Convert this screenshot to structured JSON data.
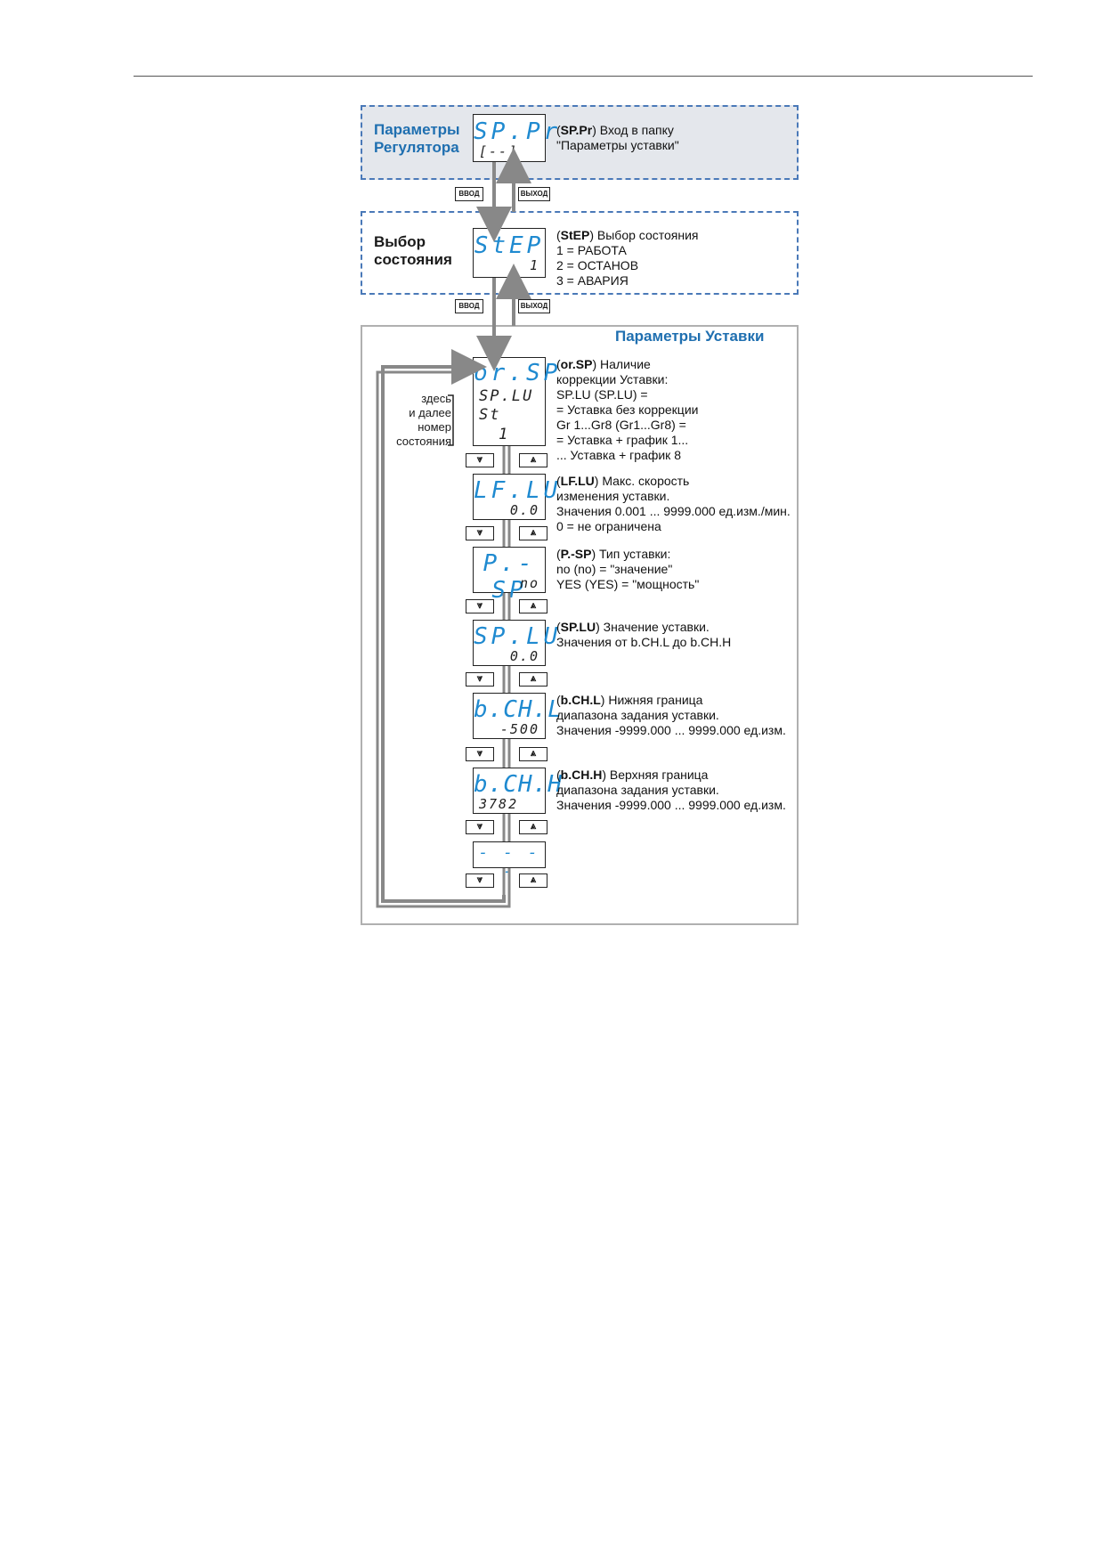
{
  "section1": {
    "label": "Параметры\nРегулятора",
    "display_top": "SP.Pr",
    "display_bottom": "[--]",
    "desc_bold": "SP.Pr",
    "desc_rest": ") Вход в папку\n\"Параметры уставки\""
  },
  "keys": {
    "enter": "ВВОД",
    "exit": "ВЫХОД"
  },
  "section2": {
    "label": "Выбор\nсостояния",
    "display_top": "StEP",
    "display_bottom": "1",
    "desc_bold": "StEP",
    "desc_rest": ") Выбор состояния\n1 = РАБОТА\n2 = ОСТАНОВ\n3 = АВАРИЯ"
  },
  "section3": {
    "title": "Параметры Уставки",
    "side_note": "здесь\nи далее\nномер\nсостояния",
    "items": [
      {
        "top": "or.SP",
        "bottom_lines": [
          "SP.LU",
          "St",
          "1"
        ],
        "desc_bold": "or.SP",
        "desc_rest": ") Наличие\nкоррекции Уставки:\nSP.LU (SP.LU) =\n      = Уставка без коррекции\nGr 1...Gr8 (Gr1...Gr8) =\n      = Уставка + график 1...\n      ... Уставка + график 8"
      },
      {
        "top": "LF.LU",
        "bottom": "0.0",
        "desc_bold": "LF.LU",
        "desc_rest": ") Макс. скорость\nизменения уставки.\nЗначения 0.001 ... 9999.000 ед.изм./мин.\n0 = не ограничена"
      },
      {
        "top": "P.-SP",
        "bottom": "no",
        "desc_bold": "P.-SP",
        "desc_rest": ") Тип уставки:\nno  (no)  = \"значение\"\nYES (YES) = \"мощность\""
      },
      {
        "top": "SP.LU",
        "bottom": "0.0",
        "desc_bold": "SP.LU",
        "desc_rest": ") Значение уставки.\nЗначения от b.CH.L до b.CH.H"
      },
      {
        "top": "b.CH.L",
        "bottom": "-500",
        "desc_bold": "b.CH.L",
        "desc_rest": ") Нижняя граница\nдиапазона задания уставки.\nЗначения -9999.000 ... 9999.000 ед.изм."
      },
      {
        "top": "b.CH.H",
        "bottom": "3782",
        "desc_bold": "b.CH.H",
        "desc_rest": ") Верхняя граница\nдиапазона задания уставки.\nЗначения -9999.000 ... 9999.000 ед.изм."
      },
      {
        "top": "- - - -",
        "bottom": ""
      }
    ],
    "down_symbol": "⩔",
    "up_symbol": "⩓"
  }
}
